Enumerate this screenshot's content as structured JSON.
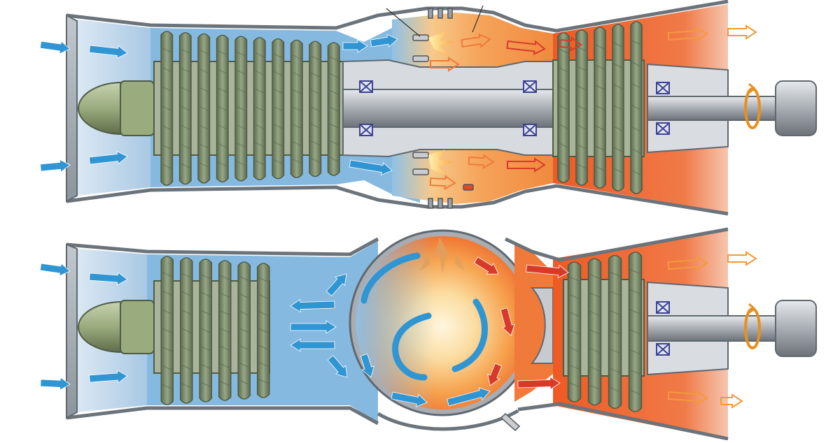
{
  "diagram": {
    "title": "",
    "engines": [
      {
        "id": "annular-combustor-engine",
        "combustor": "annular",
        "compressor_stages": 10,
        "turbine_stages": 5
      },
      {
        "id": "spherical-combustor-engine",
        "combustor": "spherical",
        "compressor_stages": 6,
        "turbine_stages": 4
      }
    ],
    "colors": {
      "casing": "#9aa3ab",
      "casing_dark": "#5f6870",
      "inlet_air": "#b9d3e8",
      "compressed_air": "#7fb4de",
      "air_arrow": "#2f95d3",
      "blade": "#7e8f6e",
      "blade_dark": "#4e5c45",
      "hot_gas": "#f07a3a",
      "exhaust": "#ee5a24",
      "flame": "#ffd25a",
      "shaft": "#b3b8be",
      "bearing": "#4a4f9a",
      "rotation_arrow": "#e8901e",
      "exhaust_arrow": "#f29a3a",
      "hot_arrow": "#d83a2a"
    },
    "icons": [
      "air-flow-arrow",
      "hot-gas-arrow",
      "exhaust-arrow",
      "rotation-arrow",
      "bearing-icon",
      "igniter-icon",
      "flame-icon"
    ]
  }
}
